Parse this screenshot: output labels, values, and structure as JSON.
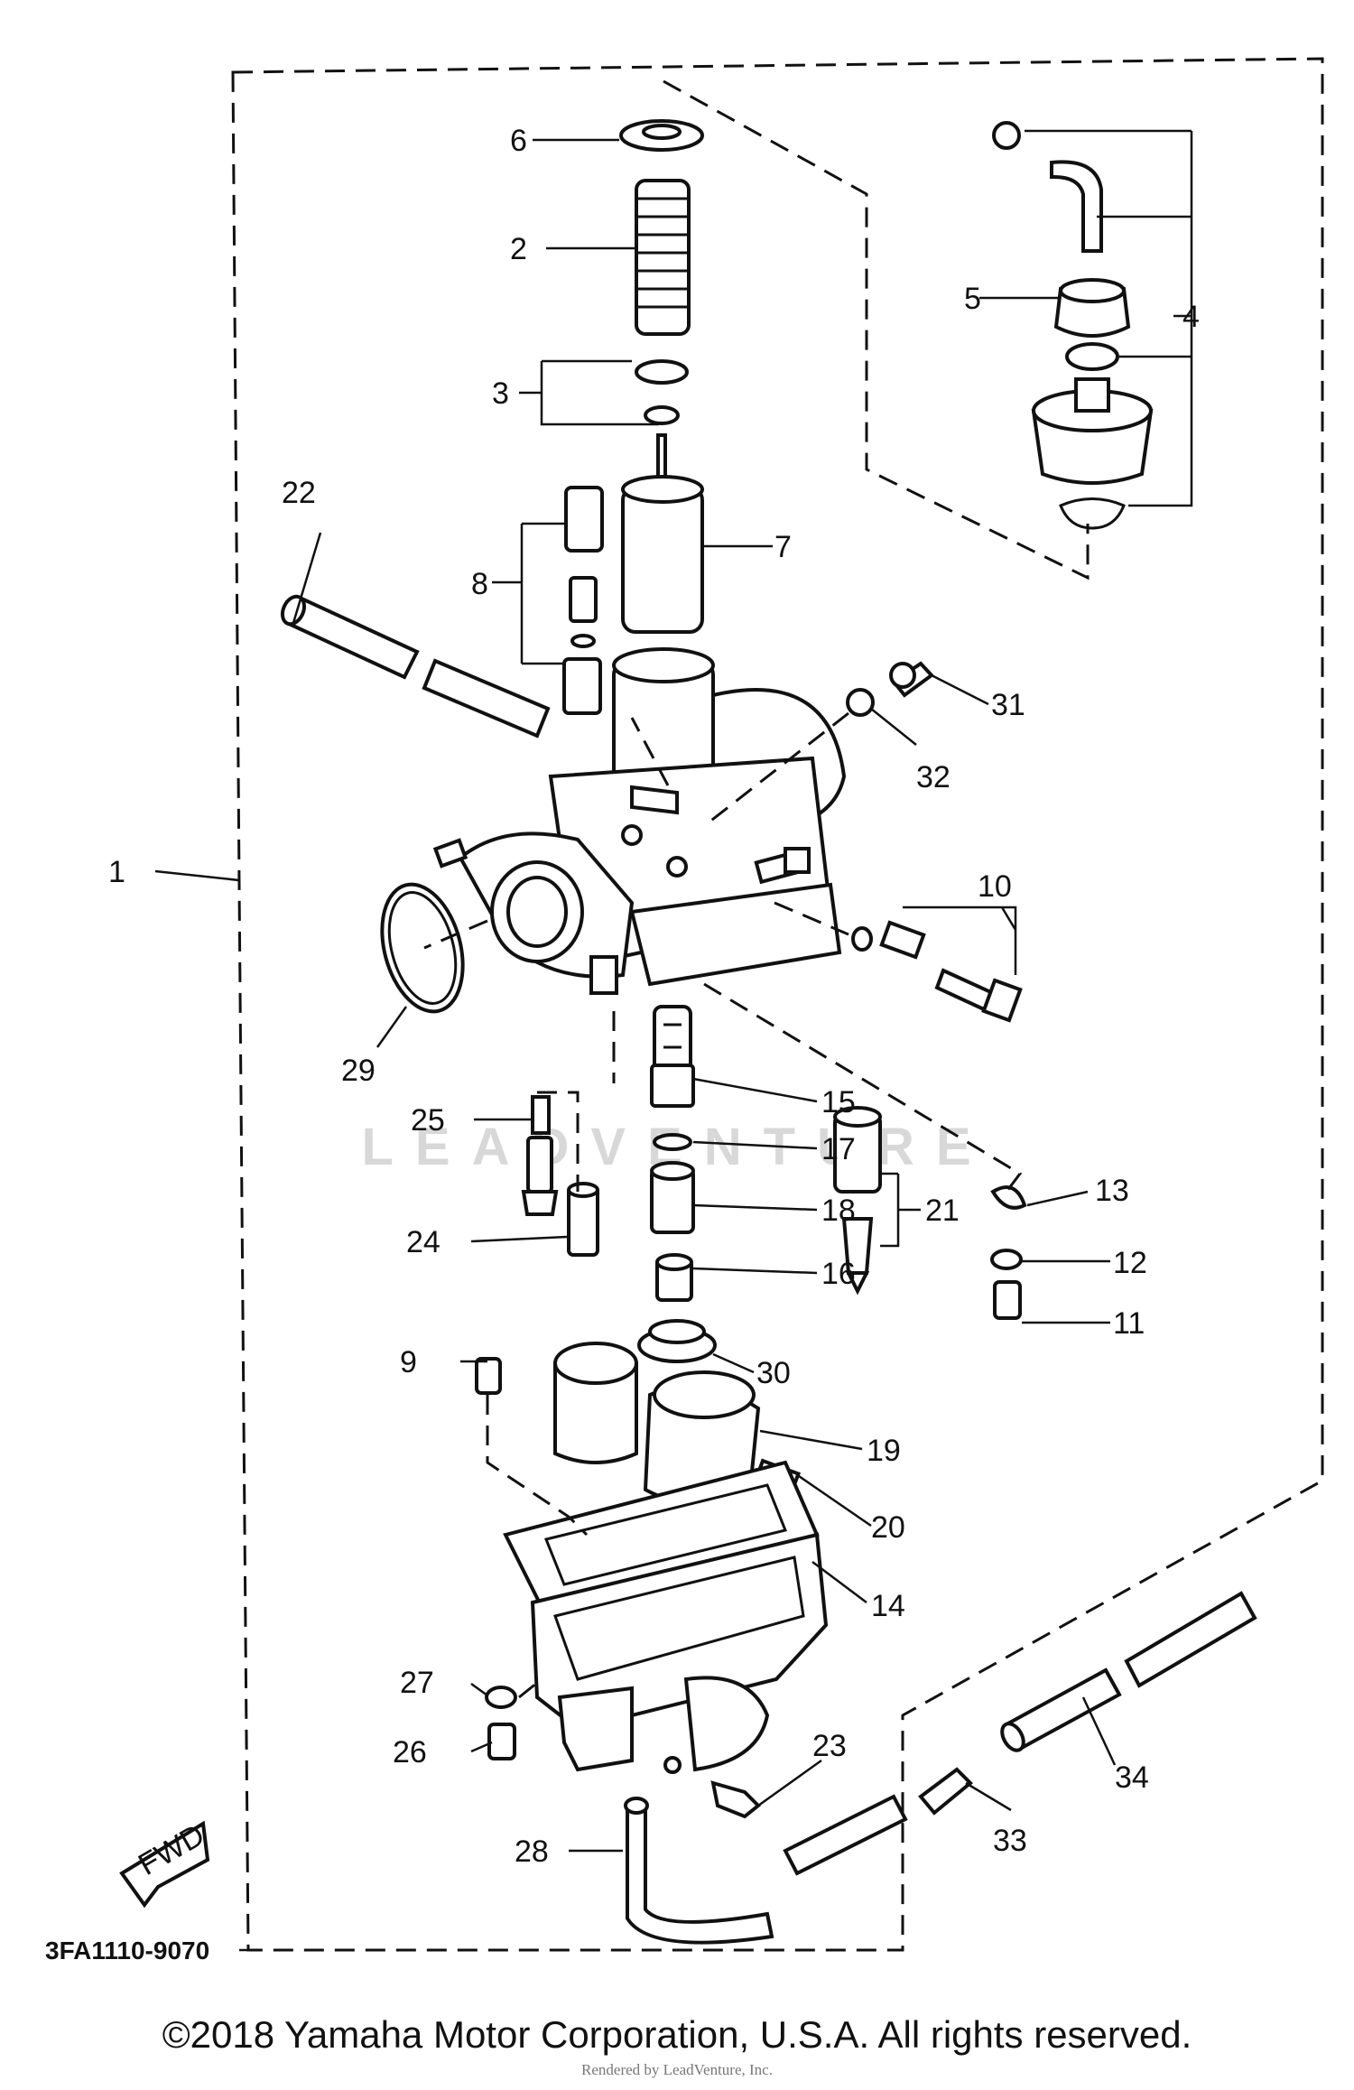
{
  "diagram_code": "3FA1110-9070",
  "watermark": "LEADVENTURE",
  "fwd_label": "FWD",
  "callouts": {
    "c1": "1",
    "c2": "2",
    "c3": "3",
    "c4": "4",
    "c5": "5",
    "c6": "6",
    "c7": "7",
    "c8": "8",
    "c9": "9",
    "c10": "10",
    "c11": "11",
    "c12": "12",
    "c13": "13",
    "c14": "14",
    "c15": "15",
    "c16": "16",
    "c17": "17",
    "c18": "18",
    "c19": "19",
    "c20": "20",
    "c21": "21",
    "c22": "22",
    "c23": "23",
    "c24": "24",
    "c25": "25",
    "c26": "26",
    "c27": "27",
    "c28": "28",
    "c29": "29",
    "c30": "30",
    "c31": "31",
    "c32": "32",
    "c33": "33",
    "c34": "34"
  },
  "footer": {
    "copyright": "©2018 Yamaha Motor Corporation, U.S.A. All rights reserved.",
    "rendered_by": "Rendered by LeadVenture, Inc."
  }
}
